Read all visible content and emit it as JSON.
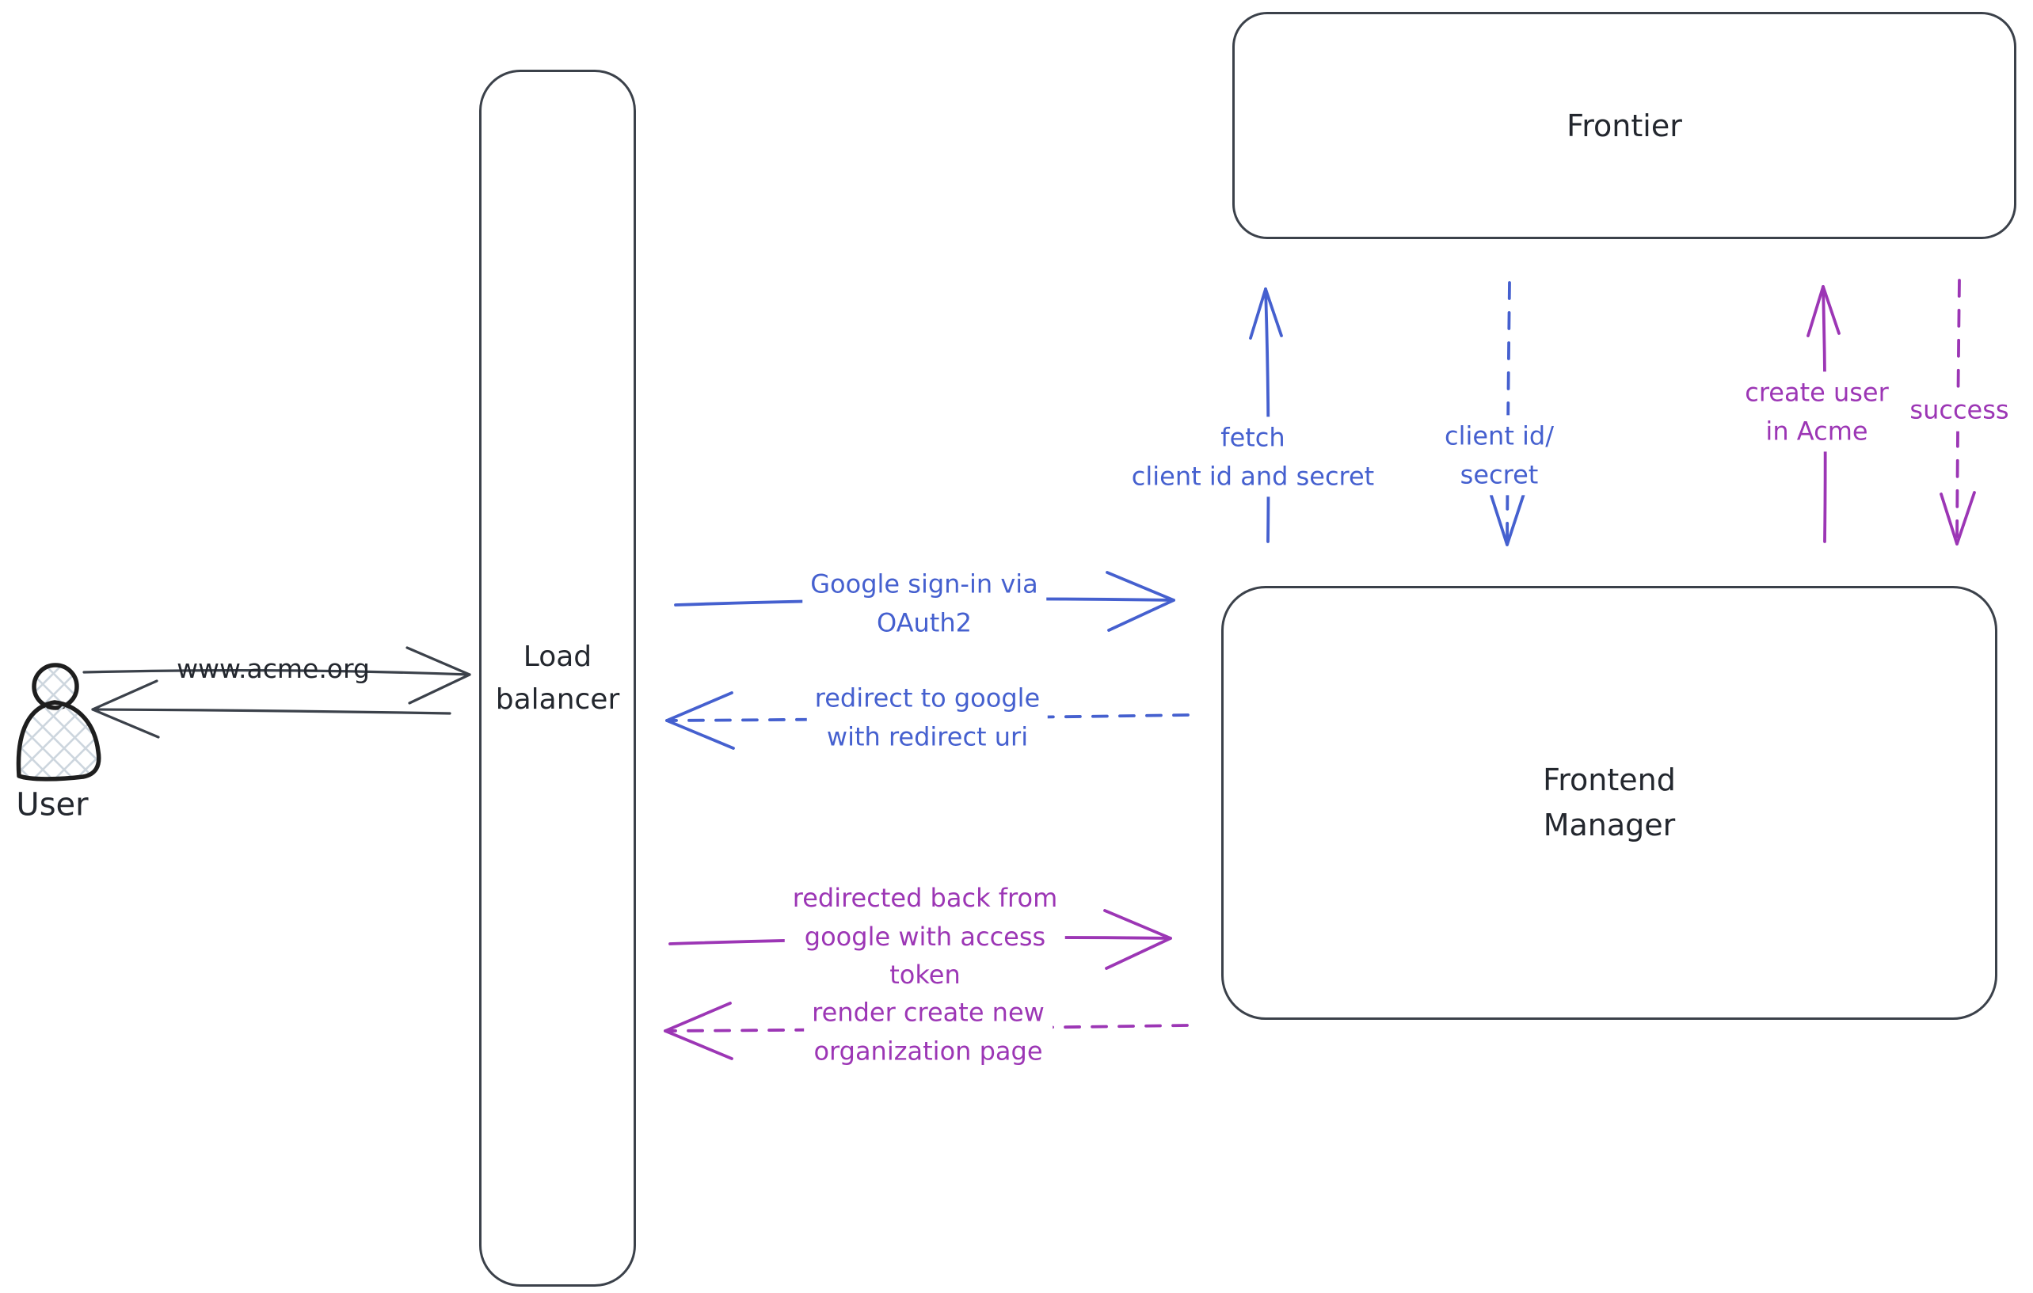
{
  "colors": {
    "background": "#ffffff",
    "ink": "#3b414a",
    "text": "#23272e",
    "blue": "#4560cf",
    "purple": "#9c36b5",
    "hatch": "#cdd6de"
  },
  "user": {
    "label": "User"
  },
  "nodes": {
    "load_balancer": {
      "label": "Load\nbalancer"
    },
    "frontier": {
      "label": "Frontier"
    },
    "frontend_manager": {
      "label": "Frontend\nManager"
    }
  },
  "edges": {
    "www": {
      "label": "www.acme.org",
      "style": "solid",
      "color": "ink",
      "from": "User",
      "to": "Load balancer"
    },
    "back_to_user": {
      "label": "",
      "style": "solid",
      "color": "ink",
      "from": "Load balancer",
      "to": "User"
    },
    "google_signin": {
      "label": "Google sign-in via\nOAuth2",
      "style": "solid",
      "color": "blue",
      "from": "Load balancer",
      "to": "Frontend Manager"
    },
    "redirect_google": {
      "label": "redirect to google\nwith redirect uri",
      "style": "dashed",
      "color": "blue",
      "from": "Frontend Manager",
      "to": "Load balancer"
    },
    "redirected_back": {
      "label": "redirected back from\ngoogle with access\ntoken",
      "style": "solid",
      "color": "purple",
      "from": "Load balancer",
      "to": "Frontend Manager"
    },
    "render_page": {
      "label": "render create new\norganization page",
      "style": "dashed",
      "color": "purple",
      "from": "Frontend Manager",
      "to": "Load balancer"
    },
    "fetch_client": {
      "label": "fetch\nclient id and secret",
      "style": "solid",
      "color": "blue",
      "from": "Frontend Manager",
      "to": "Frontier"
    },
    "client_id_secret": {
      "label": "client id/\nsecret",
      "style": "dashed",
      "color": "blue",
      "from": "Frontier",
      "to": "Frontend Manager"
    },
    "create_user": {
      "label": "create user\nin Acme",
      "style": "solid",
      "color": "purple",
      "from": "Frontend Manager",
      "to": "Frontier"
    },
    "success": {
      "label": "success",
      "style": "dashed",
      "color": "purple",
      "from": "Frontier",
      "to": "Frontend Manager"
    }
  }
}
